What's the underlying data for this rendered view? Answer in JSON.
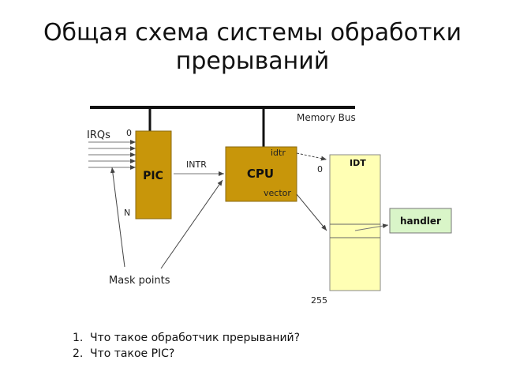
{
  "slide": {
    "title_line1": "Общая схема системы обработки",
    "title_line2": "прерываний"
  },
  "diagram": {
    "memory_bus_label": "Memory Bus",
    "irqs_label": "IRQs",
    "pic_label": "PIC",
    "pic_top_index": "0",
    "pic_bottom_index": "N",
    "intr_label": "INTR",
    "cpu_label": "CPU",
    "idtr_label": "idtr",
    "vector_label": "vector",
    "idt_label": "IDT",
    "idt_first_index": "0",
    "idt_last_index": "255",
    "handler_label": "handler",
    "mask_points_label": "Mask points",
    "colors": {
      "pic_cpu_fill": "#c8960a",
      "idt_fill": "#ffffb4",
      "handler_fill": "#d9f5c8"
    }
  },
  "questions": [
    {
      "num": "1.",
      "text": "Что такое обработчик прерываний?"
    },
    {
      "num": "2.",
      "text": "Что такое PIC?"
    }
  ]
}
